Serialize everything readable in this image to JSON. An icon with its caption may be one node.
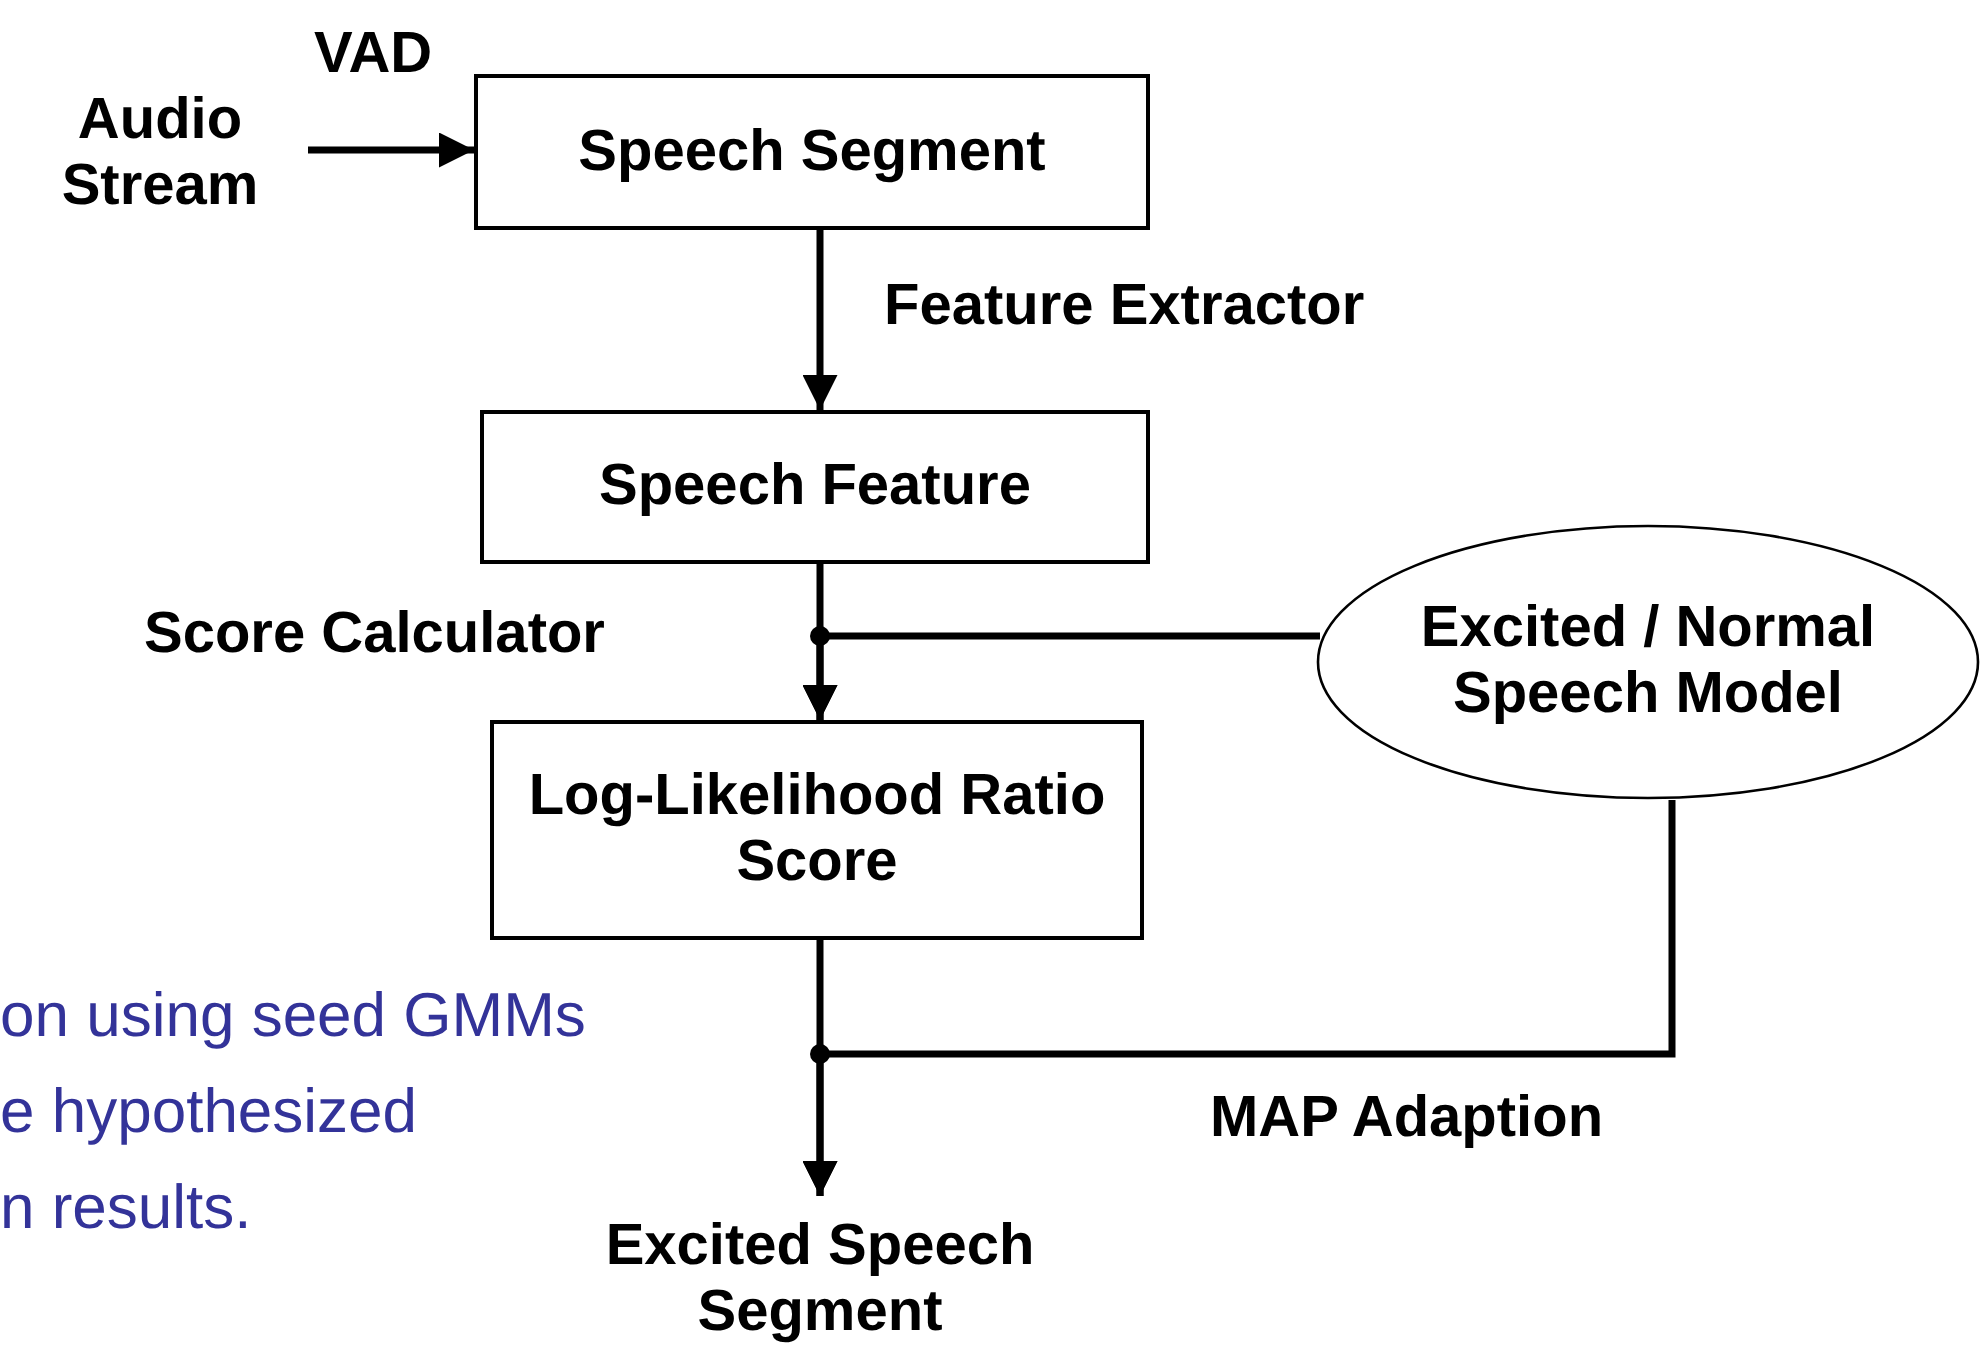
{
  "diagram": {
    "nodes": [
      {
        "text": [
          "Audio Stream"
        ]
      },
      {
        "text": [
          "Speech Segment"
        ]
      },
      {
        "text": [
          "Speech Feature"
        ]
      },
      {
        "text": [
          "Excited / Normal Speech Model"
        ]
      },
      {
        "text": [
          "Log-Likelihood Ratio Score"
        ]
      },
      {
        "text": [
          "Excited Speech Segment"
        ]
      }
    ],
    "edges": [
      {
        "from": 0,
        "to": 1,
        "arrow": "to",
        "label": "VAD"
      },
      {
        "from": 1,
        "to": 2,
        "arrow": "to",
        "label": "Feature Extractor"
      },
      {
        "from": 2,
        "to": 4,
        "arrow": "to",
        "label": "Score Calculator"
      },
      {
        "from": 3,
        "to": 4,
        "arrow": "to"
      },
      {
        "from": 4,
        "to": 5,
        "arrow": "to"
      },
      {
        "from": 3,
        "to": 5,
        "arrow": "to",
        "label": "MAP Adaption"
      }
    ],
    "labels": [
      "on using seed GMMs",
      "e hypothesized",
      "n results."
    ]
  }
}
